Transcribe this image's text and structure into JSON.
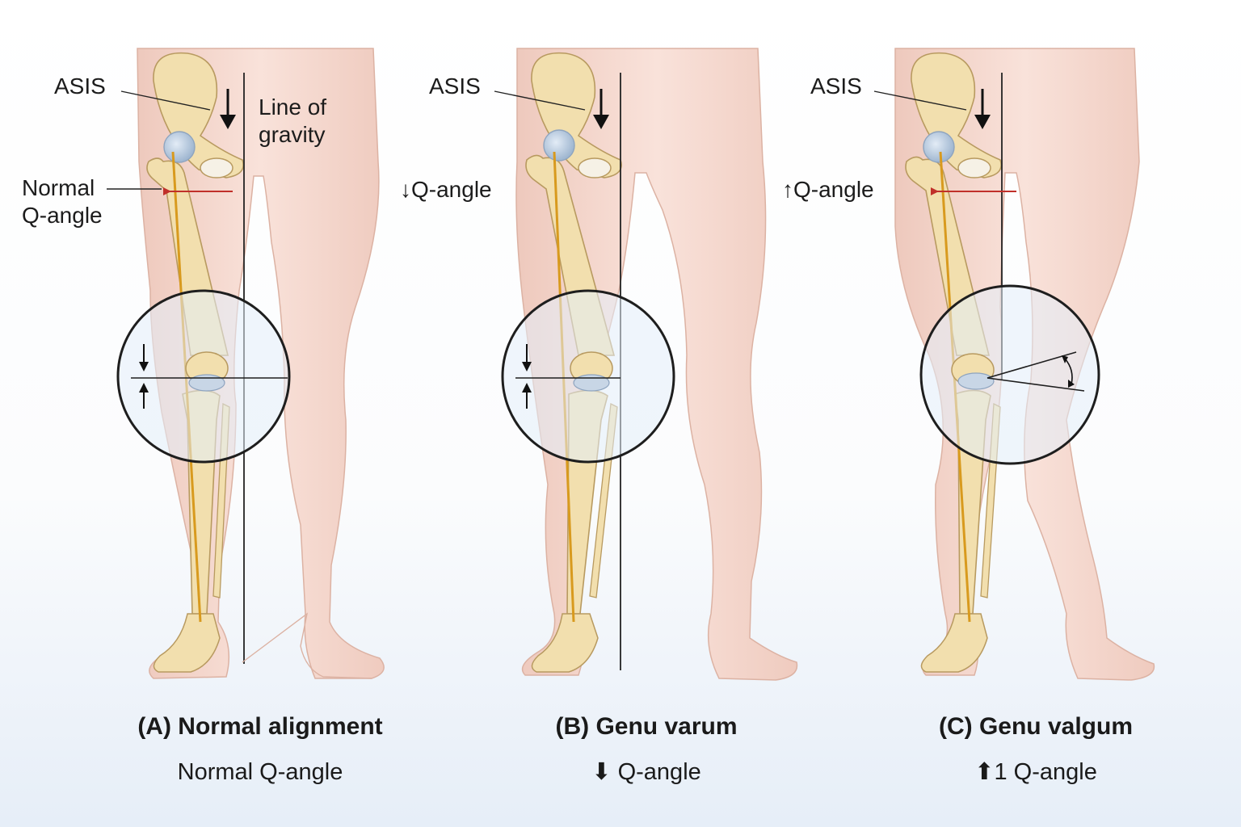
{
  "panels": [
    {
      "asis_label": "ASIS",
      "gravity_label_line1": "Line of",
      "gravity_label_line2": "gravity",
      "q_label_line1": "Normal",
      "q_label_line2": "Q-angle",
      "caption_title": "(A) Normal alignment",
      "caption_sub": "Normal Q-angle"
    },
    {
      "asis_label": "ASIS",
      "q_label": "↓Q-angle",
      "caption_title": "(B) Genu varum",
      "caption_sub": "⬇ Q-angle"
    },
    {
      "asis_label": "ASIS",
      "q_label": "↑Q-angle",
      "caption_title": "(C) Genu valgum",
      "caption_sub": "⬆1 Q-angle"
    }
  ],
  "colors": {
    "skin": "#f7dcd3",
    "bone": "#f2dfae",
    "bone_outline": "#b89a60",
    "mechanical_axis": "#d89a1e",
    "femoral_head": "#b8cbe0",
    "q_arrow": "#c0302a",
    "inset_fill": "#e3eef9"
  }
}
